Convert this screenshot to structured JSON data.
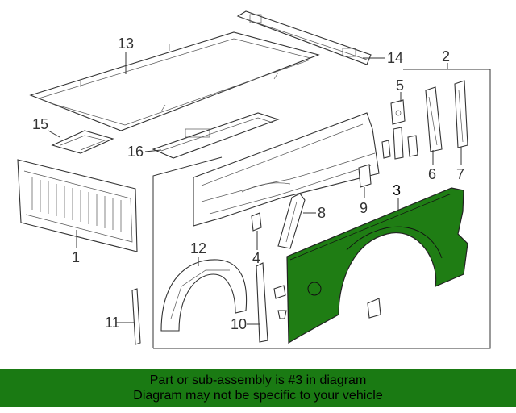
{
  "callouts": {
    "c1": "1",
    "c2": "2",
    "c3": "3",
    "c4": "4",
    "c5": "5",
    "c6": "6",
    "c7": "7",
    "c8": "8",
    "c9": "9",
    "c10": "10",
    "c11": "11",
    "c12": "12",
    "c13": "13",
    "c14": "14",
    "c15": "15",
    "c16": "16"
  },
  "highlight_color": "#1f7d14",
  "banner": {
    "line1": "Part or sub-assembly is #3 in diagram",
    "line2": "Diagram may not be specific to your vehicle",
    "background": "#1a7a13"
  }
}
